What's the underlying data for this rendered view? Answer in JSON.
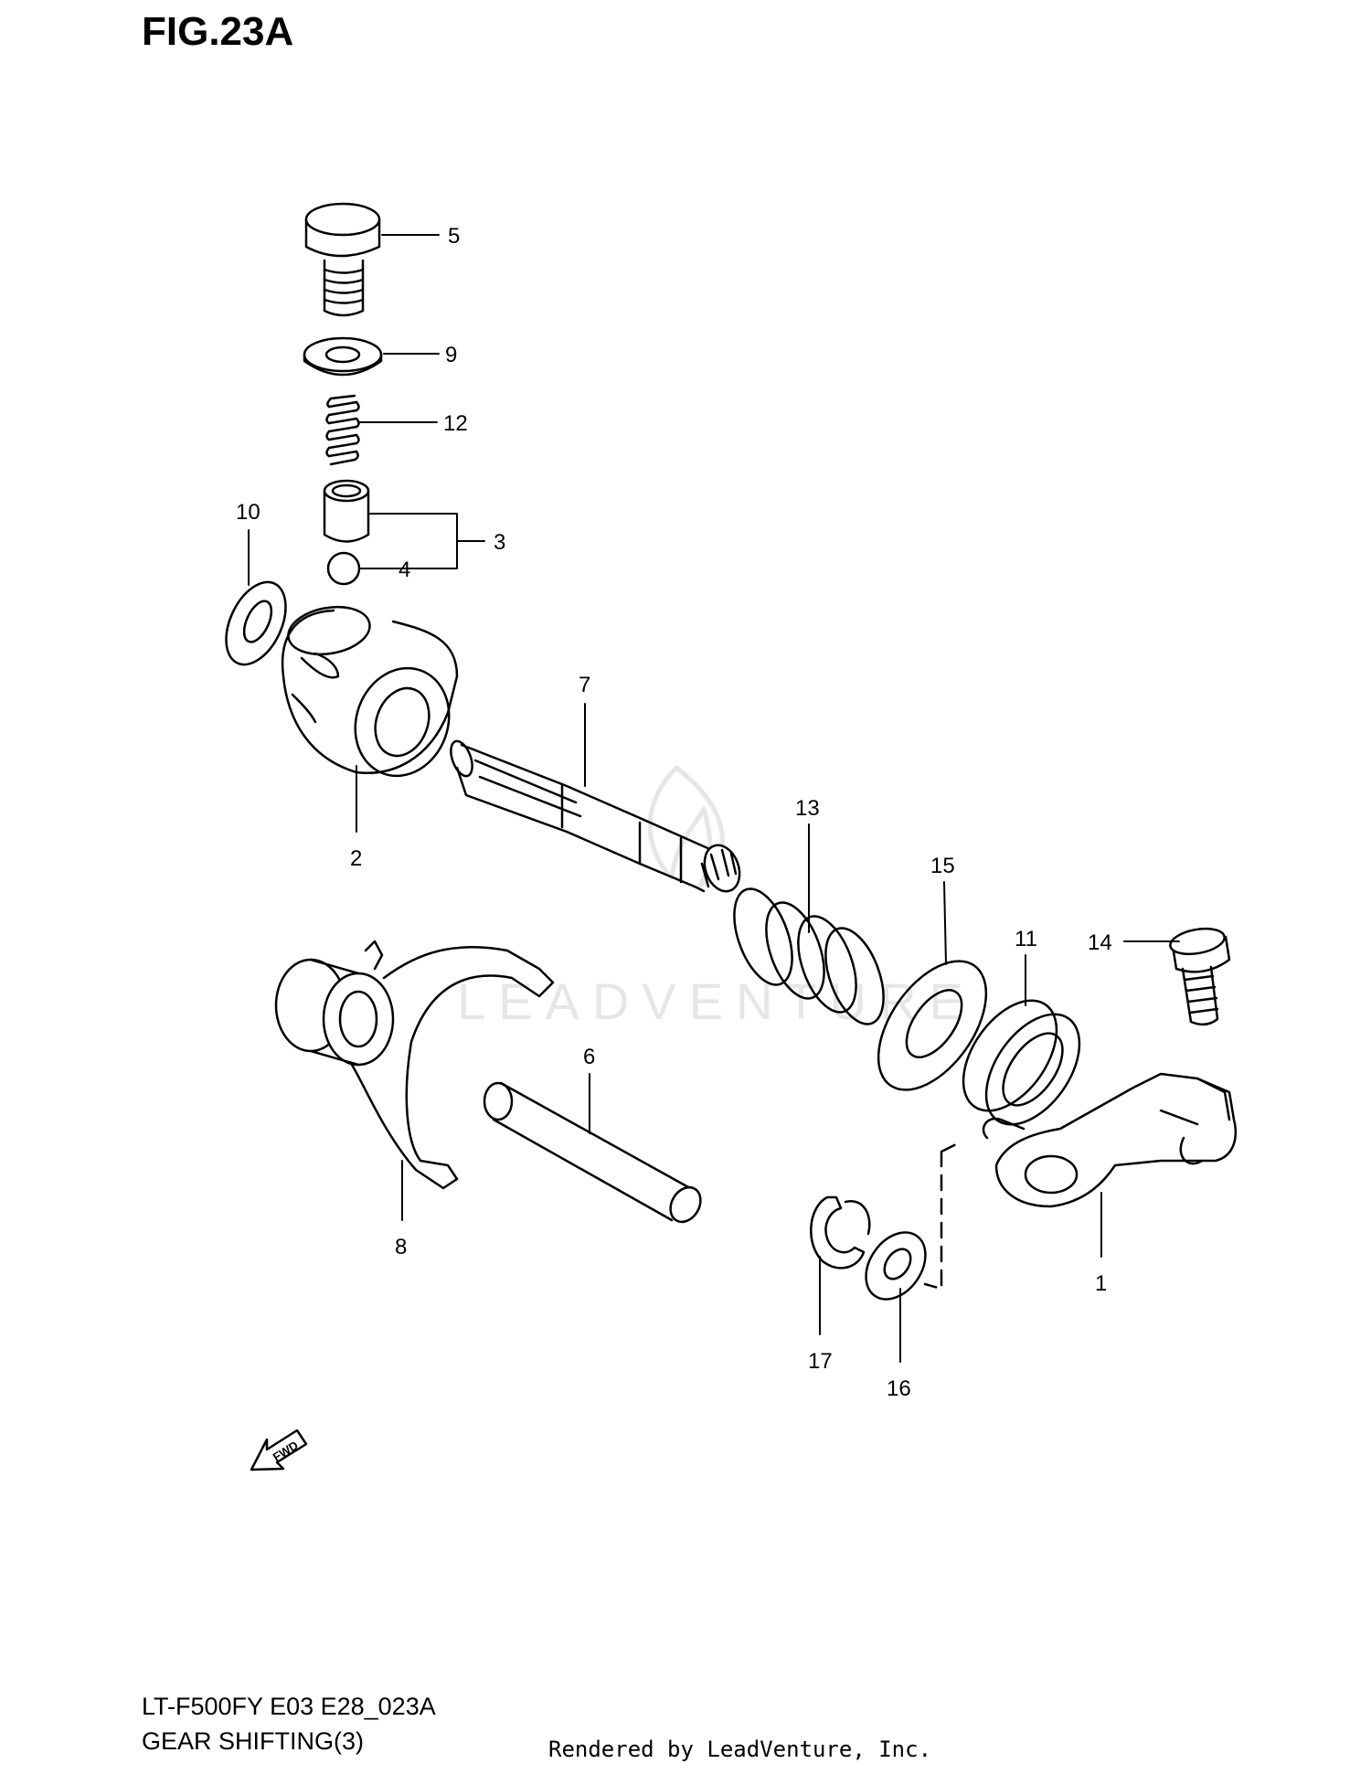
{
  "figure": {
    "title": "FIG.23A",
    "model_code": "LT-F500FY E03 E28_023A",
    "section_name": "GEAR SHIFTING(3)",
    "credit": "Rendered by LeadVenture, Inc.",
    "watermark": "LEADVENTURE"
  },
  "callouts": {
    "c1": "1",
    "c2": "2",
    "c3": "3",
    "c4": "4",
    "c5": "5",
    "c6": "6",
    "c7": "7",
    "c8": "8",
    "c9": "9",
    "c10": "10",
    "c11": "11",
    "c12": "12",
    "c13": "13",
    "c14": "14",
    "c15": "15",
    "c16": "16",
    "c17": "17"
  },
  "fwd_arrow_label": "FWD",
  "colors": {
    "line": "#000000",
    "background": "#ffffff",
    "watermark": "#e6e6e6"
  }
}
